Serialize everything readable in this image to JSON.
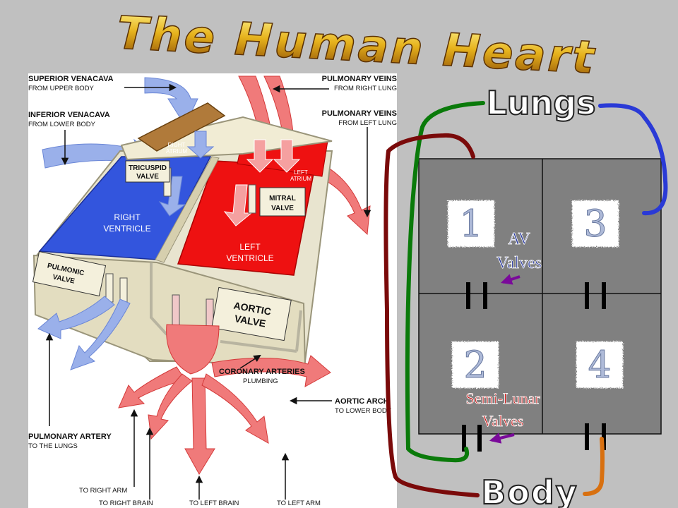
{
  "title": "The Human Heart",
  "illustration": {
    "superior_venacava": "Superior Venacava",
    "superior_from": "From Upper Body",
    "inferior_venacava": "Inferior Venacava",
    "inferior_from": "From Lower Body",
    "pulmonary_veins_1": "Pulmonary Veins",
    "pulmonary_veins_1_from": "From Right Lung",
    "pulmonary_veins_2": "Pulmonary Veins",
    "pulmonary_veins_2_from": "From Left Lung",
    "right_atrium_1": "Right",
    "right_atrium_2": "Atrium",
    "left_atrium_1": "Left",
    "left_atrium_2": "Atrium",
    "tricuspid_1": "Tricuspid",
    "tricuspid_2": "Valve",
    "mitral_1": "Mitral",
    "mitral_2": "Valve",
    "right_ventricle_1": "Right",
    "right_ventricle_2": "Ventricle",
    "left_ventricle_1": "Left",
    "left_ventricle_2": "Ventricle",
    "pulmonic_1": "Pulmonic",
    "pulmonic_2": "Valve",
    "aortic_1": "Aortic",
    "aortic_2": "Valve",
    "coronary_1": "Coronary Arteries",
    "coronary_2": "Plumbing",
    "aortic_arch": "Aortic Arch",
    "aortic_arch_to": "To Lower Body",
    "pulmonary_artery": "Pulmonary Artery",
    "pulmonary_artery_to": "To The Lungs",
    "to_right_arm": "To Right Arm",
    "to_right_brain": "To Right Brain",
    "to_left_brain": "To Left Brain",
    "to_left_arm": "To Left Arm"
  },
  "schematic": {
    "lungs": "Lungs",
    "body": "Body",
    "chamber_1": "1",
    "chamber_2": "2",
    "chamber_3": "3",
    "chamber_4": "4",
    "av_line1": "AV",
    "av_line2": "Valves",
    "sl_line1": "Semi-Lunar",
    "sl_line2": "Valves"
  },
  "colors": {
    "background": "#c0c0c0",
    "deoxygenated": "#3355dd",
    "oxygenated": "#dd1111",
    "green_path": "#0a7a0a",
    "maroon_path": "#7a0a0a",
    "blue_path": "#2a3ad6",
    "orange_path": "#d87010",
    "purple_arrow": "#7a0a9a"
  }
}
